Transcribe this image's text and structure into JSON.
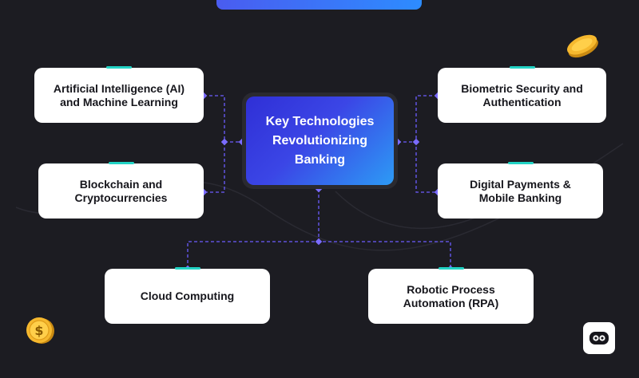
{
  "center": {
    "title": "Key Technologies\nRevolutionizing\nBanking"
  },
  "nodes": {
    "ai": "Artificial Intelligence (AI)\nand Machine Learning",
    "blockchain": "Blockchain and\nCryptocurrencies",
    "biometric": "Biometric Security and\nAuthentication",
    "payments": "Digital Payments &\nMobile Banking",
    "cloud": "Cloud Computing",
    "rpa": "Robotic Process\nAutomation (RPA)"
  },
  "icons": {
    "coin_top": "gold-coin-icon",
    "coin_bottom": "dollar-coin-icon",
    "bot": "robot-face-icon"
  },
  "colors": {
    "background": "#1c1c22",
    "connector": "#6b5cff",
    "accent": "#22d3c5",
    "center_gradient_start": "#2f2fd6",
    "center_gradient_end": "#2d9bf5"
  }
}
